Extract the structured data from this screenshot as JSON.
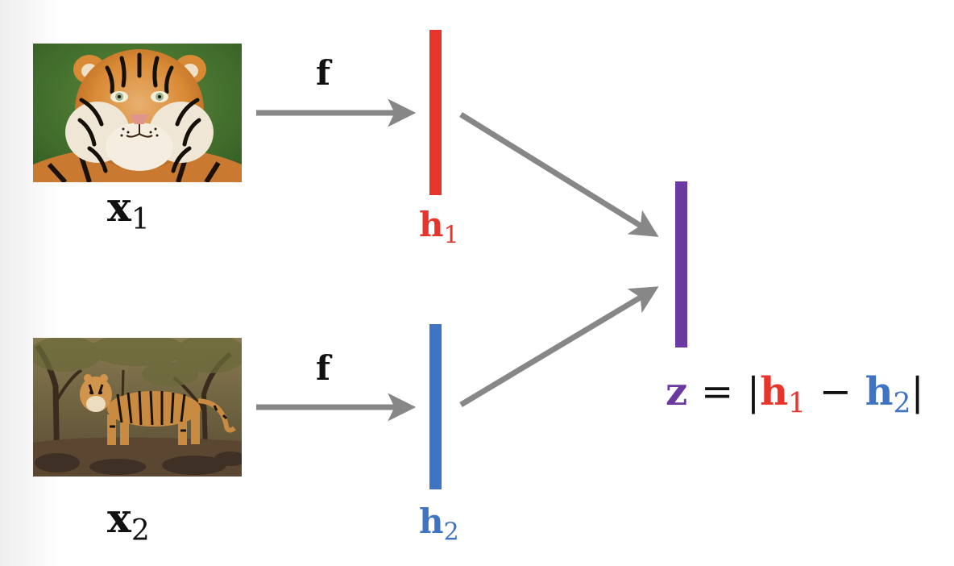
{
  "inputs": [
    {
      "label_base": "x",
      "label_sub": "1",
      "image": "tiger-face-photo"
    },
    {
      "label_base": "x",
      "label_sub": "2",
      "image": "tiger-standing-photo"
    }
  ],
  "encoder_label": "f",
  "embeddings": [
    {
      "label_base": "h",
      "label_sub": "1",
      "color": "#e8352b"
    },
    {
      "label_base": "h",
      "label_sub": "2",
      "color": "#3f74c4"
    }
  ],
  "output": {
    "color": "#6a3aa0",
    "formula": {
      "lhs": "z",
      "equals": "=",
      "bar_open": "|",
      "term1_base": "h",
      "term1_sub": "1",
      "minus": "−",
      "term2_base": "h",
      "term2_sub": "2",
      "bar_close": "|"
    }
  },
  "colors": {
    "arrow": "#878787",
    "h1": "#e8352b",
    "h2": "#3f74c4",
    "z": "#6a3aa0"
  }
}
